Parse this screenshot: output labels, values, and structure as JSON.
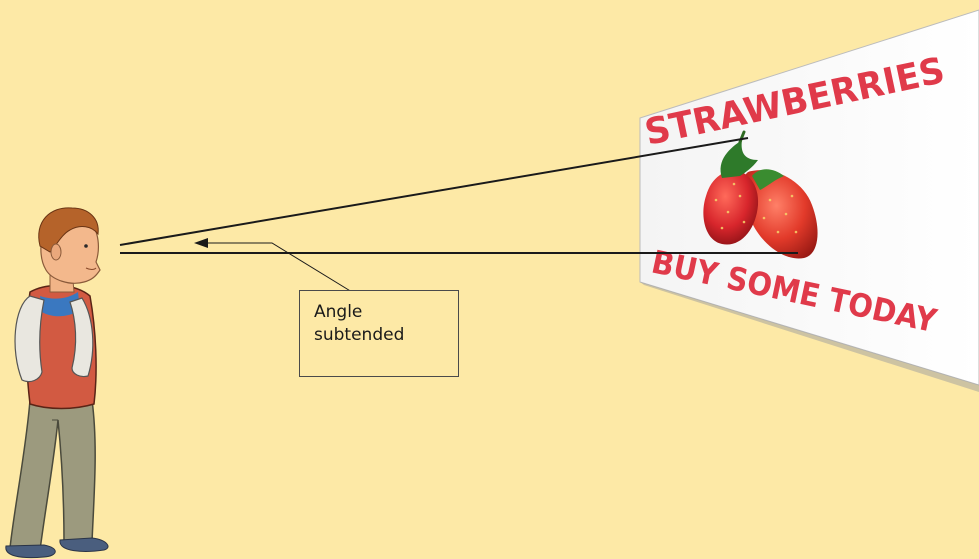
{
  "billboard": {
    "headline": "STRAWBERRIES",
    "tagline": "BUY SOME TODAY"
  },
  "annotation": {
    "line1": "Angle",
    "line2": "subtended"
  },
  "colors": {
    "background": "#fde9a6",
    "billboard_text": "#e03a4a",
    "lines": "#1a1a1a"
  }
}
